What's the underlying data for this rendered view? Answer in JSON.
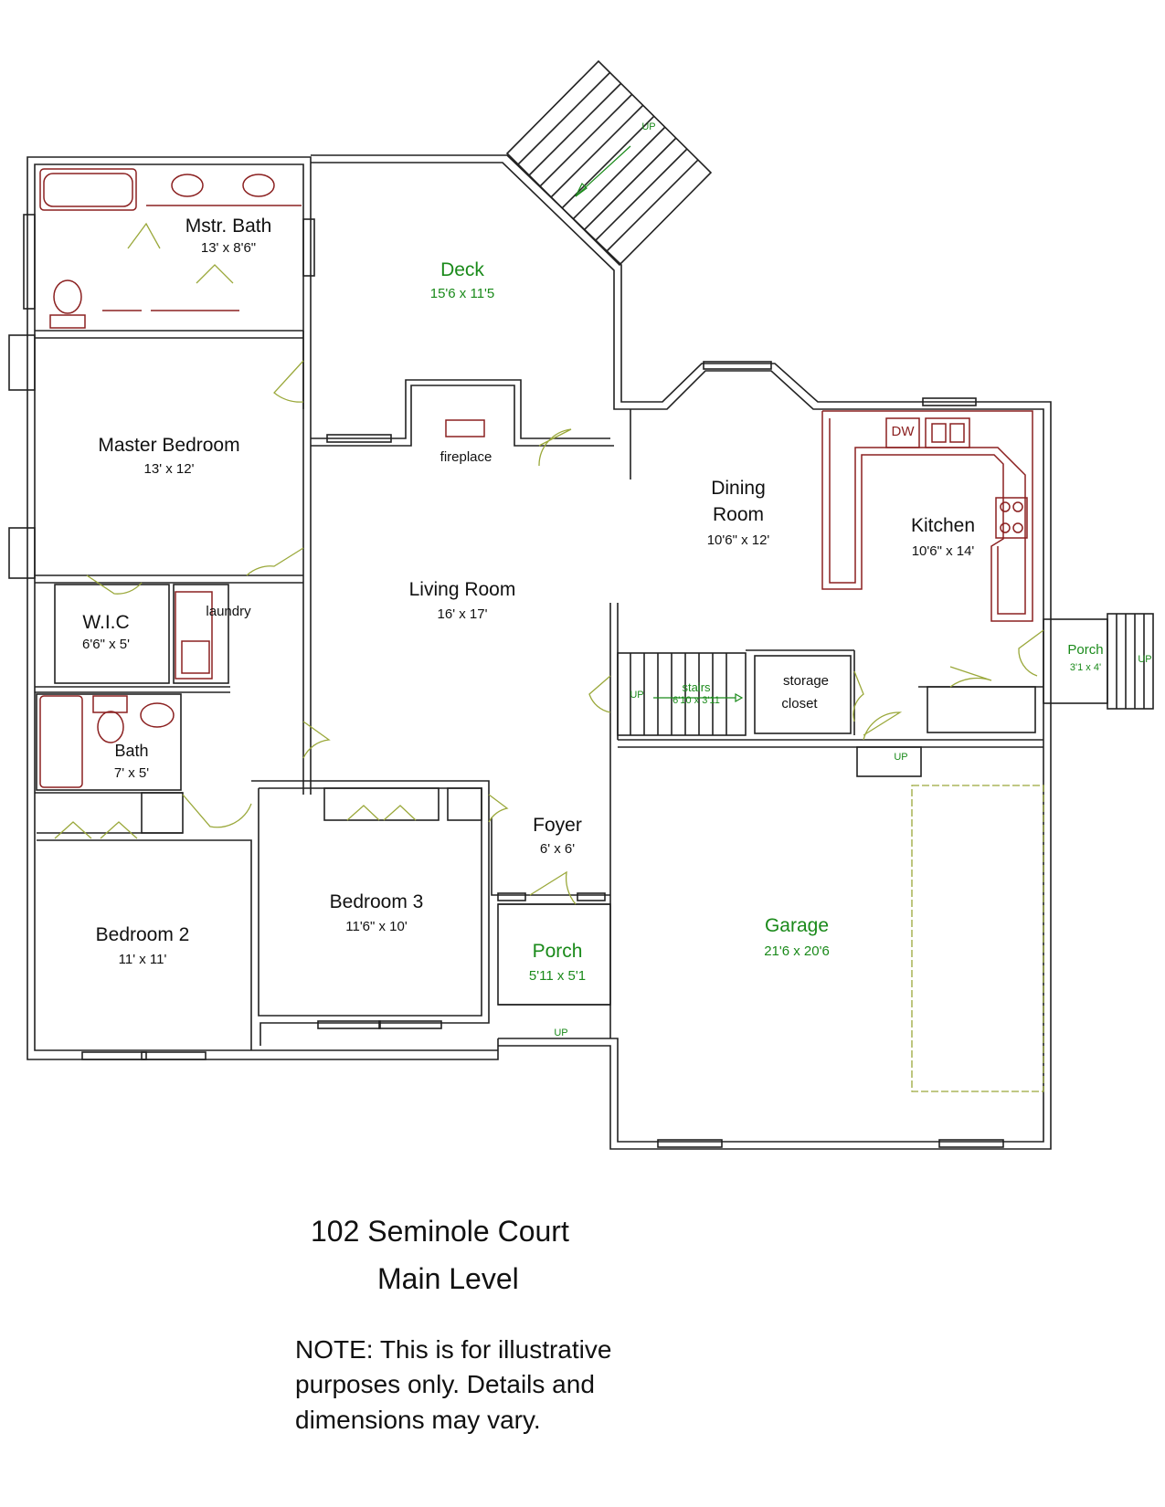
{
  "rooms": {
    "mstr_bath": {
      "name": "Mstr. Bath",
      "dim": "13' x 8'6\""
    },
    "deck": {
      "name": "Deck",
      "dim": "15'6 x 11'5"
    },
    "master_bedroom": {
      "name": "Master Bedroom",
      "dim": "13' x 12'"
    },
    "dining_room": {
      "name_line1": "Dining",
      "name_line2": "Room",
      "dim": "10'6\" x 12'"
    },
    "kitchen": {
      "name": "Kitchen",
      "dim": "10'6\" x 14'"
    },
    "living_room": {
      "name": "Living Room",
      "dim": "16' x 17'"
    },
    "wic": {
      "name": "W.I.C",
      "dim": "6'6\" x 5'"
    },
    "laundry": {
      "name": "laundry"
    },
    "bath": {
      "name": "Bath",
      "dim": "7' x 5'"
    },
    "stairs": {
      "name": "stairs",
      "dim": "6'10 x 3'11",
      "up": "UP"
    },
    "storage_closet": {
      "name_line1": "storage",
      "name_line2": "closet"
    },
    "porch_side": {
      "name": "Porch",
      "dim": "3'1 x 4'",
      "up": "UP"
    },
    "foyer": {
      "name": "Foyer",
      "dim": "6' x 6'"
    },
    "bedroom3": {
      "name": "Bedroom 3",
      "dim": "11'6\" x 10'"
    },
    "bedroom2": {
      "name": "Bedroom 2",
      "dim": "11' x 11'"
    },
    "porch_front": {
      "name": "Porch",
      "dim": "5'11 x 5'1"
    },
    "garage": {
      "name": "Garage",
      "dim": "21'6 x 20'6",
      "up": "UP"
    }
  },
  "fixtures": {
    "fireplace": "fireplace",
    "dishwasher": "DW",
    "deck_stairs_up": "UP",
    "front_step_up": "UP"
  },
  "caption": {
    "address": "102 Seminole Court",
    "level": "Main Level",
    "note_line1": "NOTE: This is for illustrative",
    "note_line2": "purposes only. Details and",
    "note_line3": "dimensions may vary."
  },
  "colors": {
    "wall": "#222222",
    "fixture": "#8b2020",
    "label_green": "#1a8a1a",
    "door": "#9aa83a"
  }
}
